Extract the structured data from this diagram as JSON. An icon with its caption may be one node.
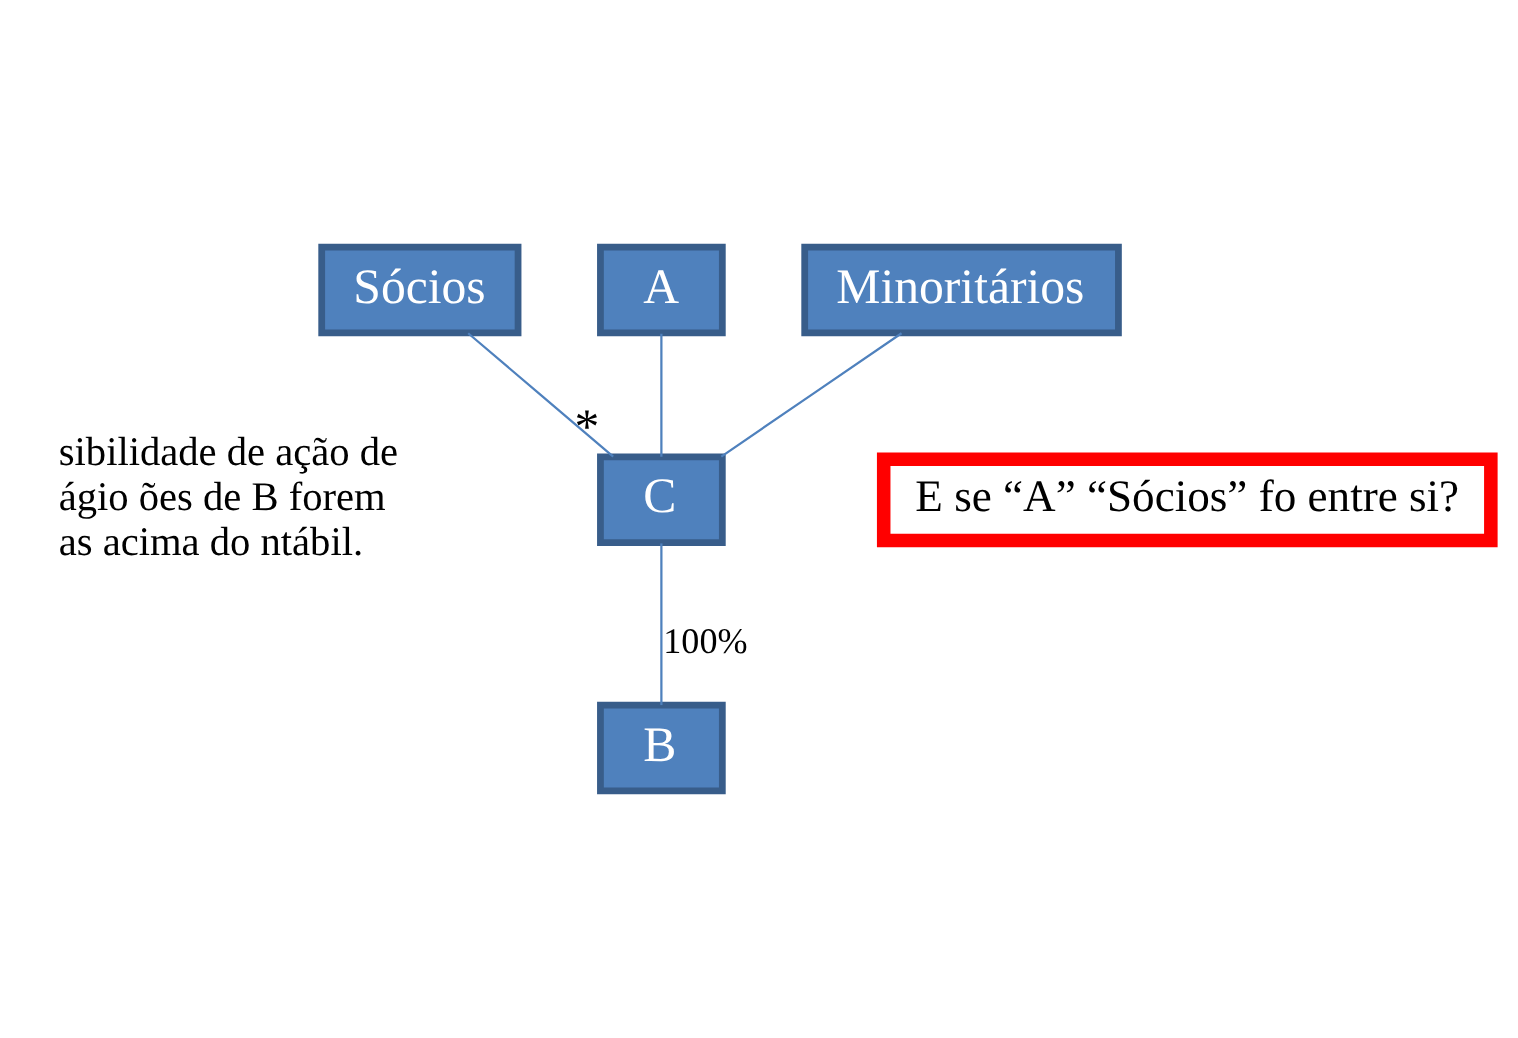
{
  "diagram": {
    "nodes": [
      {
        "text": [
          "Sócios"
        ]
      },
      {
        "text": [
          "A"
        ]
      },
      {
        "text": [
          "Minoritários"
        ]
      },
      {
        "text": [
          "C"
        ],
        "beside": [
          "*"
        ]
      },
      {
        "text": [
          "B"
        ]
      },
      {
        "text": [
          "E se “A” “Sócios” fo entre si?"
        ]
      }
    ],
    "edges": [
      {
        "from": 0,
        "to": 3,
        "arrow": "none"
      },
      {
        "from": 1,
        "to": 3,
        "arrow": "none"
      },
      {
        "from": 2,
        "to": 3,
        "arrow": "none"
      },
      {
        "from": 3,
        "to": 4,
        "label": "100%",
        "arrow": "none"
      }
    ],
    "labels": [
      "sibilidade de ação de ágio ões de B forem as acima do ntábil."
    ]
  }
}
